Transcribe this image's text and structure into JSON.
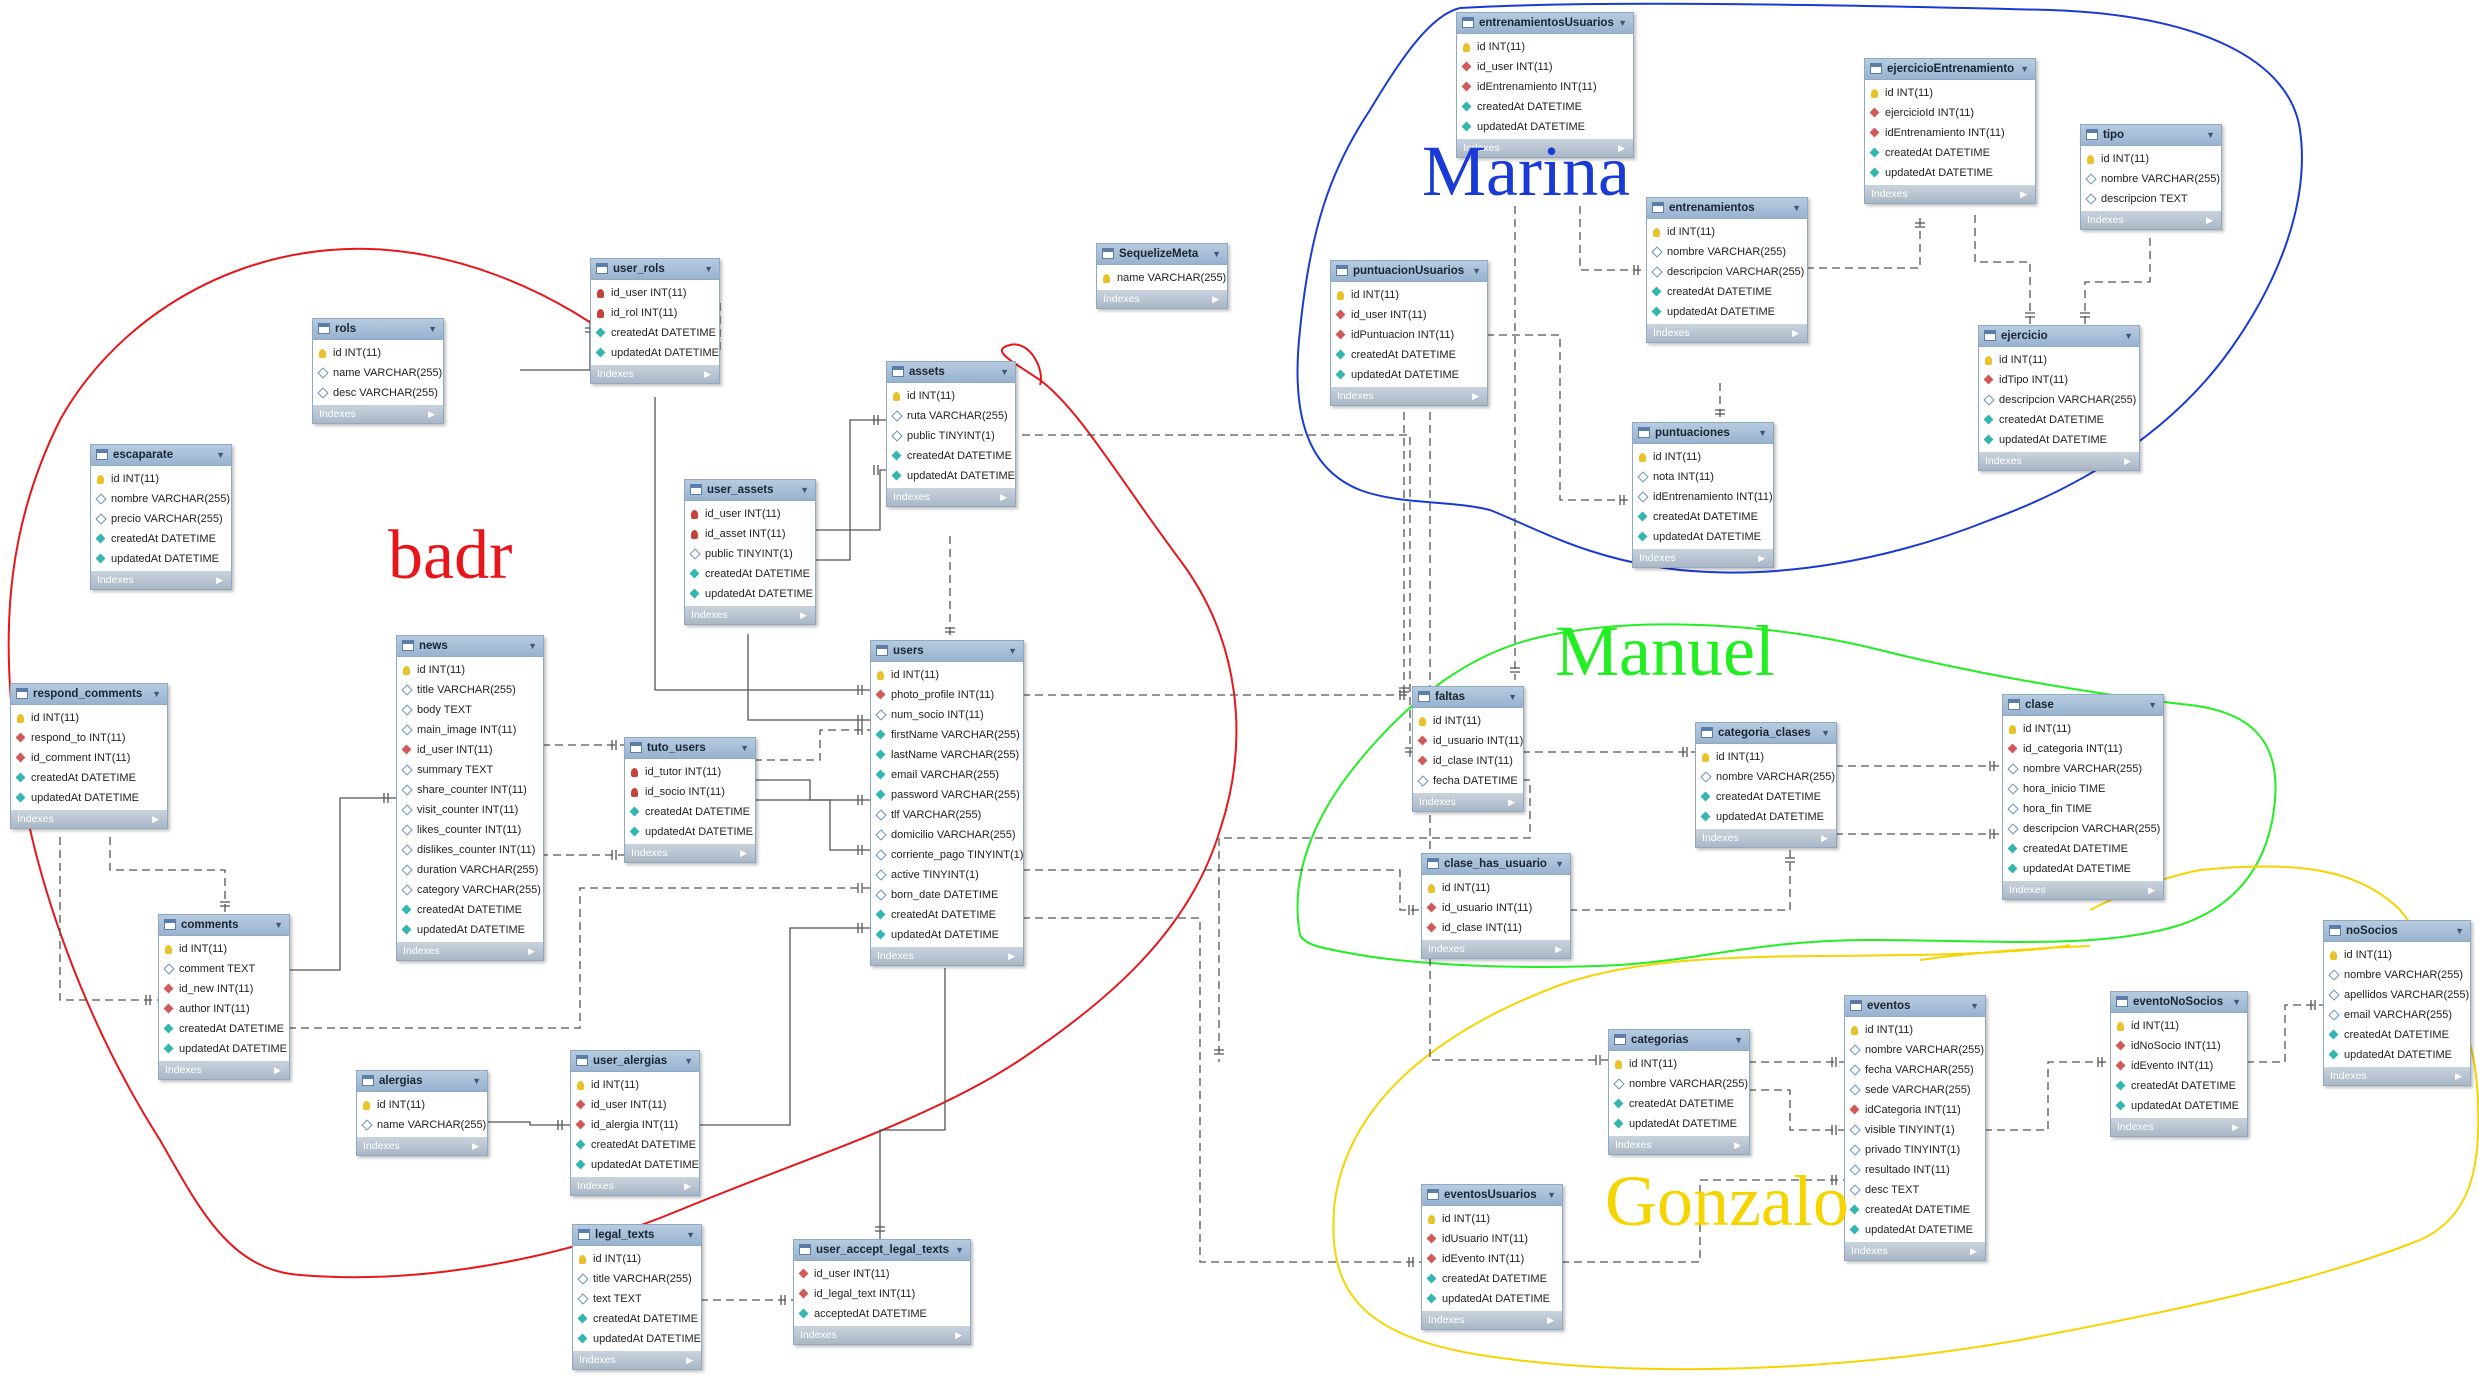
{
  "colors": {
    "badr": "#e8161b",
    "marina": "#1a3ad6",
    "manuel": "#22ee22",
    "gonzalo": "#f5d400",
    "table_header": "#a9c0da",
    "connector": "#444444"
  },
  "groups": {
    "badr": "badr",
    "marina": "Marina",
    "manuel": "Manuel",
    "gonzalo": "Gonzalo"
  },
  "footer_label": "Indexes",
  "tables": [
    {
      "name": "entrenamientosUsuarios",
      "columns": [
        {
          "icon": "pk",
          "text": "id INT(11)"
        },
        {
          "icon": "fk",
          "text": "id_user INT(11)"
        },
        {
          "icon": "fk",
          "text": "idEntrenamiento INT(11)"
        },
        {
          "icon": "nn",
          "text": "createdAt DATETIME"
        },
        {
          "icon": "nn",
          "text": "updatedAt DATETIME"
        }
      ]
    },
    {
      "name": "ejercicioEntrenamiento",
      "columns": [
        {
          "icon": "pk",
          "text": "id INT(11)"
        },
        {
          "icon": "fk",
          "text": "ejercicioId INT(11)"
        },
        {
          "icon": "fk",
          "text": "idEntrenamiento INT(11)"
        },
        {
          "icon": "nn",
          "text": "createdAt DATETIME"
        },
        {
          "icon": "nn",
          "text": "updatedAt DATETIME"
        }
      ]
    },
    {
      "name": "tipo",
      "columns": [
        {
          "icon": "pk",
          "text": "id INT(11)"
        },
        {
          "icon": "op",
          "text": "nombre VARCHAR(255)"
        },
        {
          "icon": "op",
          "text": "descripcion TEXT"
        }
      ]
    },
    {
      "name": "entrenamientos",
      "columns": [
        {
          "icon": "pk",
          "text": "id INT(11)"
        },
        {
          "icon": "op",
          "text": "nombre VARCHAR(255)"
        },
        {
          "icon": "op",
          "text": "descripcion VARCHAR(255)"
        },
        {
          "icon": "nn",
          "text": "createdAt DATETIME"
        },
        {
          "icon": "nn",
          "text": "updatedAt DATETIME"
        }
      ]
    },
    {
      "name": "puntuacionUsuarios",
      "columns": [
        {
          "icon": "pk",
          "text": "id INT(11)"
        },
        {
          "icon": "fk",
          "text": "id_user INT(11)"
        },
        {
          "icon": "fk",
          "text": "idPuntuacion INT(11)"
        },
        {
          "icon": "nn",
          "text": "createdAt DATETIME"
        },
        {
          "icon": "nn",
          "text": "updatedAt DATETIME"
        }
      ]
    },
    {
      "name": "ejercicio",
      "columns": [
        {
          "icon": "pk",
          "text": "id INT(11)"
        },
        {
          "icon": "fk",
          "text": "idTipo INT(11)"
        },
        {
          "icon": "op",
          "text": "descripcion VARCHAR(255)"
        },
        {
          "icon": "nn",
          "text": "createdAt DATETIME"
        },
        {
          "icon": "nn",
          "text": "updatedAt DATETIME"
        }
      ]
    },
    {
      "name": "puntuaciones",
      "columns": [
        {
          "icon": "pk",
          "text": "id INT(11)"
        },
        {
          "icon": "op",
          "text": "nota INT(11)"
        },
        {
          "icon": "op",
          "text": "idEntrenamiento INT(11)"
        },
        {
          "icon": "nn",
          "text": "createdAt DATETIME"
        },
        {
          "icon": "nn",
          "text": "updatedAt DATETIME"
        }
      ]
    },
    {
      "name": "SequelizeMeta",
      "columns": [
        {
          "icon": "pk",
          "text": "name VARCHAR(255)"
        }
      ]
    },
    {
      "name": "user_rols",
      "columns": [
        {
          "icon": "pkfk",
          "text": "id_user INT(11)"
        },
        {
          "icon": "pkfk",
          "text": "id_rol INT(11)"
        },
        {
          "icon": "nn",
          "text": "createdAt DATETIME"
        },
        {
          "icon": "nn",
          "text": "updatedAt DATETIME"
        }
      ]
    },
    {
      "name": "rols",
      "columns": [
        {
          "icon": "pk",
          "text": "id INT(11)"
        },
        {
          "icon": "op",
          "text": "name VARCHAR(255)"
        },
        {
          "icon": "op",
          "text": "desc VARCHAR(255)"
        }
      ]
    },
    {
      "name": "assets",
      "columns": [
        {
          "icon": "pk",
          "text": "id INT(11)"
        },
        {
          "icon": "op",
          "text": "ruta VARCHAR(255)"
        },
        {
          "icon": "op",
          "text": "public TINYINT(1)"
        },
        {
          "icon": "nn",
          "text": "createdAt DATETIME"
        },
        {
          "icon": "nn",
          "text": "updatedAt DATETIME"
        }
      ]
    },
    {
      "name": "escaparate",
      "columns": [
        {
          "icon": "pk",
          "text": "id INT(11)"
        },
        {
          "icon": "op",
          "text": "nombre VARCHAR(255)"
        },
        {
          "icon": "op",
          "text": "precio VARCHAR(255)"
        },
        {
          "icon": "nn",
          "text": "createdAt DATETIME"
        },
        {
          "icon": "nn",
          "text": "updatedAt DATETIME"
        }
      ]
    },
    {
      "name": "user_assets",
      "columns": [
        {
          "icon": "pkfk",
          "text": "id_user INT(11)"
        },
        {
          "icon": "pkfk",
          "text": "id_asset INT(11)"
        },
        {
          "icon": "op",
          "text": "public TINYINT(1)"
        },
        {
          "icon": "nn",
          "text": "createdAt DATETIME"
        },
        {
          "icon": "nn",
          "text": "updatedAt DATETIME"
        }
      ]
    },
    {
      "name": "news",
      "columns": [
        {
          "icon": "pk",
          "text": "id INT(11)"
        },
        {
          "icon": "op",
          "text": "title VARCHAR(255)"
        },
        {
          "icon": "op",
          "text": "body TEXT"
        },
        {
          "icon": "op",
          "text": "main_image INT(11)"
        },
        {
          "icon": "fk",
          "text": "id_user INT(11)"
        },
        {
          "icon": "op",
          "text": "summary TEXT"
        },
        {
          "icon": "op",
          "text": "share_counter INT(11)"
        },
        {
          "icon": "op",
          "text": "visit_counter INT(11)"
        },
        {
          "icon": "op",
          "text": "likes_counter INT(11)"
        },
        {
          "icon": "op",
          "text": "dislikes_counter INT(11)"
        },
        {
          "icon": "op",
          "text": "duration VARCHAR(255)"
        },
        {
          "icon": "op",
          "text": "category VARCHAR(255)"
        },
        {
          "icon": "nn",
          "text": "createdAt DATETIME"
        },
        {
          "icon": "nn",
          "text": "updatedAt DATETIME"
        }
      ]
    },
    {
      "name": "users",
      "columns": [
        {
          "icon": "pk",
          "text": "id INT(11)"
        },
        {
          "icon": "fk",
          "text": "photo_profile INT(11)"
        },
        {
          "icon": "op",
          "text": "num_socio INT(11)"
        },
        {
          "icon": "nn",
          "text": "firstName VARCHAR(255)"
        },
        {
          "icon": "nn",
          "text": "lastName VARCHAR(255)"
        },
        {
          "icon": "nn",
          "text": "email VARCHAR(255)"
        },
        {
          "icon": "nn",
          "text": "password VARCHAR(255)"
        },
        {
          "icon": "op",
          "text": "tlf VARCHAR(255)"
        },
        {
          "icon": "op",
          "text": "domicilio VARCHAR(255)"
        },
        {
          "icon": "op",
          "text": "corriente_pago TINYINT(1)"
        },
        {
          "icon": "op",
          "text": "active TINYINT(1)"
        },
        {
          "icon": "op",
          "text": "born_date DATETIME"
        },
        {
          "icon": "nn",
          "text": "createdAt DATETIME"
        },
        {
          "icon": "nn",
          "text": "updatedAt DATETIME"
        }
      ]
    },
    {
      "name": "respond_comments",
      "columns": [
        {
          "icon": "pk",
          "text": "id INT(11)"
        },
        {
          "icon": "fk",
          "text": "respond_to INT(11)"
        },
        {
          "icon": "fk",
          "text": "id_comment INT(11)"
        },
        {
          "icon": "nn",
          "text": "createdAt DATETIME"
        },
        {
          "icon": "nn",
          "text": "updatedAt DATETIME"
        }
      ]
    },
    {
      "name": "tuto_users",
      "columns": [
        {
          "icon": "pkfk",
          "text": "id_tutor INT(11)"
        },
        {
          "icon": "pkfk",
          "text": "id_socio INT(11)"
        },
        {
          "icon": "nn",
          "text": "createdAt DATETIME"
        },
        {
          "icon": "nn",
          "text": "updatedAt DATETIME"
        }
      ]
    },
    {
      "name": "comments",
      "columns": [
        {
          "icon": "pk",
          "text": "id INT(11)"
        },
        {
          "icon": "op",
          "text": "comment TEXT"
        },
        {
          "icon": "fk",
          "text": "id_new INT(11)"
        },
        {
          "icon": "fk",
          "text": "author INT(11)"
        },
        {
          "icon": "nn",
          "text": "createdAt DATETIME"
        },
        {
          "icon": "nn",
          "text": "updatedAt DATETIME"
        }
      ]
    },
    {
      "name": "alergias",
      "columns": [
        {
          "icon": "pk",
          "text": "id INT(11)"
        },
        {
          "icon": "op",
          "text": "name VARCHAR(255)"
        }
      ]
    },
    {
      "name": "user_alergias",
      "columns": [
        {
          "icon": "pk",
          "text": "id INT(11)"
        },
        {
          "icon": "fk",
          "text": "id_user INT(11)"
        },
        {
          "icon": "fk",
          "text": "id_alergia INT(11)"
        },
        {
          "icon": "nn",
          "text": "createdAt DATETIME"
        },
        {
          "icon": "nn",
          "text": "updatedAt DATETIME"
        }
      ]
    },
    {
      "name": "legal_texts",
      "columns": [
        {
          "icon": "pk",
          "text": "id INT(11)"
        },
        {
          "icon": "op",
          "text": "title VARCHAR(255)"
        },
        {
          "icon": "op",
          "text": "text TEXT"
        },
        {
          "icon": "nn",
          "text": "createdAt DATETIME"
        },
        {
          "icon": "nn",
          "text": "updatedAt DATETIME"
        }
      ]
    },
    {
      "name": "user_accept_legal_texts",
      "columns": [
        {
          "icon": "fk",
          "text": "id_user INT(11)"
        },
        {
          "icon": "fk",
          "text": "id_legal_text INT(11)"
        },
        {
          "icon": "nn",
          "text": "acceptedAt DATETIME"
        }
      ]
    },
    {
      "name": "faltas",
      "columns": [
        {
          "icon": "pk",
          "text": "id INT(11)"
        },
        {
          "icon": "fk",
          "text": "id_usuario INT(11)"
        },
        {
          "icon": "fk",
          "text": "id_clase INT(11)"
        },
        {
          "icon": "op",
          "text": "fecha DATETIME"
        }
      ]
    },
    {
      "name": "categoria_clases",
      "columns": [
        {
          "icon": "pk",
          "text": "id INT(11)"
        },
        {
          "icon": "op",
          "text": "nombre VARCHAR(255)"
        },
        {
          "icon": "nn",
          "text": "createdAt DATETIME"
        },
        {
          "icon": "nn",
          "text": "updatedAt DATETIME"
        }
      ]
    },
    {
      "name": "clase",
      "columns": [
        {
          "icon": "pk",
          "text": "id INT(11)"
        },
        {
          "icon": "fk",
          "text": "id_categoria INT(11)"
        },
        {
          "icon": "op",
          "text": "nombre VARCHAR(255)"
        },
        {
          "icon": "op",
          "text": "hora_inicio TIME"
        },
        {
          "icon": "op",
          "text": "hora_fin TIME"
        },
        {
          "icon": "op",
          "text": "descripcion VARCHAR(255)"
        },
        {
          "icon": "nn",
          "text": "createdAt DATETIME"
        },
        {
          "icon": "nn",
          "text": "updatedAt DATETIME"
        }
      ]
    },
    {
      "name": "clase_has_usuario",
      "columns": [
        {
          "icon": "pk",
          "text": "id INT(11)"
        },
        {
          "icon": "fk",
          "text": "id_usuario INT(11)"
        },
        {
          "icon": "fk",
          "text": "id_clase INT(11)"
        }
      ]
    },
    {
      "name": "categorias",
      "columns": [
        {
          "icon": "pk",
          "text": "id INT(11)"
        },
        {
          "icon": "op",
          "text": "nombre VARCHAR(255)"
        },
        {
          "icon": "nn",
          "text": "createdAt DATETIME"
        },
        {
          "icon": "nn",
          "text": "updatedAt DATETIME"
        }
      ]
    },
    {
      "name": "eventos",
      "columns": [
        {
          "icon": "pk",
          "text": "id INT(11)"
        },
        {
          "icon": "op",
          "text": "nombre VARCHAR(255)"
        },
        {
          "icon": "op",
          "text": "fecha VARCHAR(255)"
        },
        {
          "icon": "op",
          "text": "sede VARCHAR(255)"
        },
        {
          "icon": "fk",
          "text": "idCategoria INT(11)"
        },
        {
          "icon": "op",
          "text": "visible TINYINT(1)"
        },
        {
          "icon": "op",
          "text": "privado TINYINT(1)"
        },
        {
          "icon": "op",
          "text": "resultado INT(11)"
        },
        {
          "icon": "op",
          "text": "desc TEXT"
        },
        {
          "icon": "nn",
          "text": "createdAt DATETIME"
        },
        {
          "icon": "nn",
          "text": "updatedAt DATETIME"
        }
      ]
    },
    {
      "name": "eventoNoSocios",
      "columns": [
        {
          "icon": "pk",
          "text": "id INT(11)"
        },
        {
          "icon": "fk",
          "text": "idNoSocio INT(11)"
        },
        {
          "icon": "fk",
          "text": "idEvento INT(11)"
        },
        {
          "icon": "nn",
          "text": "createdAt DATETIME"
        },
        {
          "icon": "nn",
          "text": "updatedAt DATETIME"
        }
      ]
    },
    {
      "name": "noSocios",
      "columns": [
        {
          "icon": "pk",
          "text": "id INT(11)"
        },
        {
          "icon": "op",
          "text": "nombre VARCHAR(255)"
        },
        {
          "icon": "op",
          "text": "apellidos VARCHAR(255)"
        },
        {
          "icon": "op",
          "text": "email VARCHAR(255)"
        },
        {
          "icon": "nn",
          "text": "createdAt DATETIME"
        },
        {
          "icon": "nn",
          "text": "updatedAt DATETIME"
        }
      ]
    },
    {
      "name": "eventosUsuarios",
      "columns": [
        {
          "icon": "pk",
          "text": "id INT(11)"
        },
        {
          "icon": "fk",
          "text": "idUsuario INT(11)"
        },
        {
          "icon": "fk",
          "text": "idEvento INT(11)"
        },
        {
          "icon": "nn",
          "text": "createdAt DATETIME"
        },
        {
          "icon": "nn",
          "text": "updatedAt DATETIME"
        }
      ]
    }
  ]
}
